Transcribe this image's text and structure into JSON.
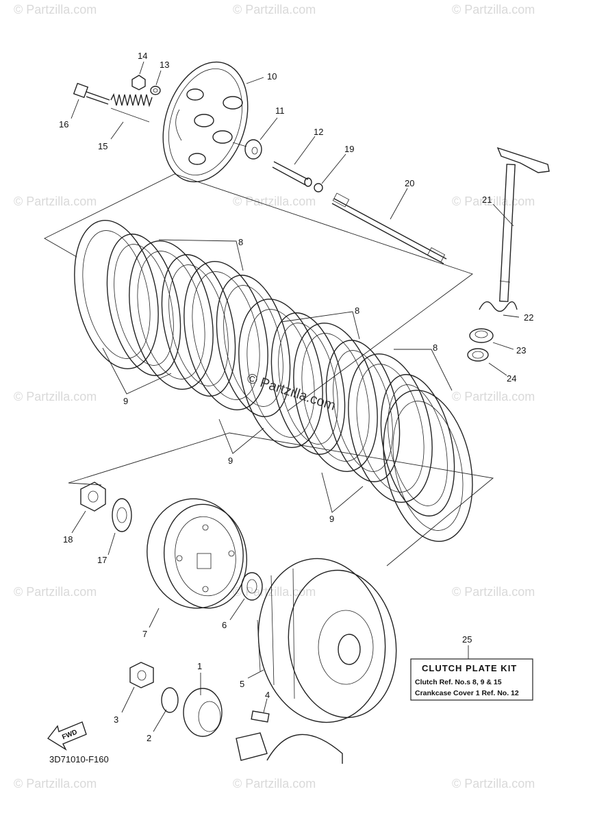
{
  "watermark": "© Partzilla.com",
  "diagram_code": "3D71010-F160",
  "fwd_label": "FWD",
  "kit": {
    "number": "25",
    "title": "CLUTCH  PLATE  KIT",
    "line1": "Clutch  Ref. No.s  8, 9 & 15",
    "line2": "Crankcase Cover 1  Ref. No.  12"
  },
  "callouts": {
    "c1": "1",
    "c2": "2",
    "c3": "3",
    "c4": "4",
    "c5": "5",
    "c6": "6",
    "c7": "7",
    "c8": "8",
    "c9": "9",
    "c10": "10",
    "c11": "11",
    "c12": "12",
    "c13": "13",
    "c14": "14",
    "c15": "15",
    "c16": "16",
    "c17": "17",
    "c18": "18",
    "c19": "19",
    "c20": "20",
    "c21": "21",
    "c22": "22",
    "c23": "23",
    "c24": "24"
  }
}
